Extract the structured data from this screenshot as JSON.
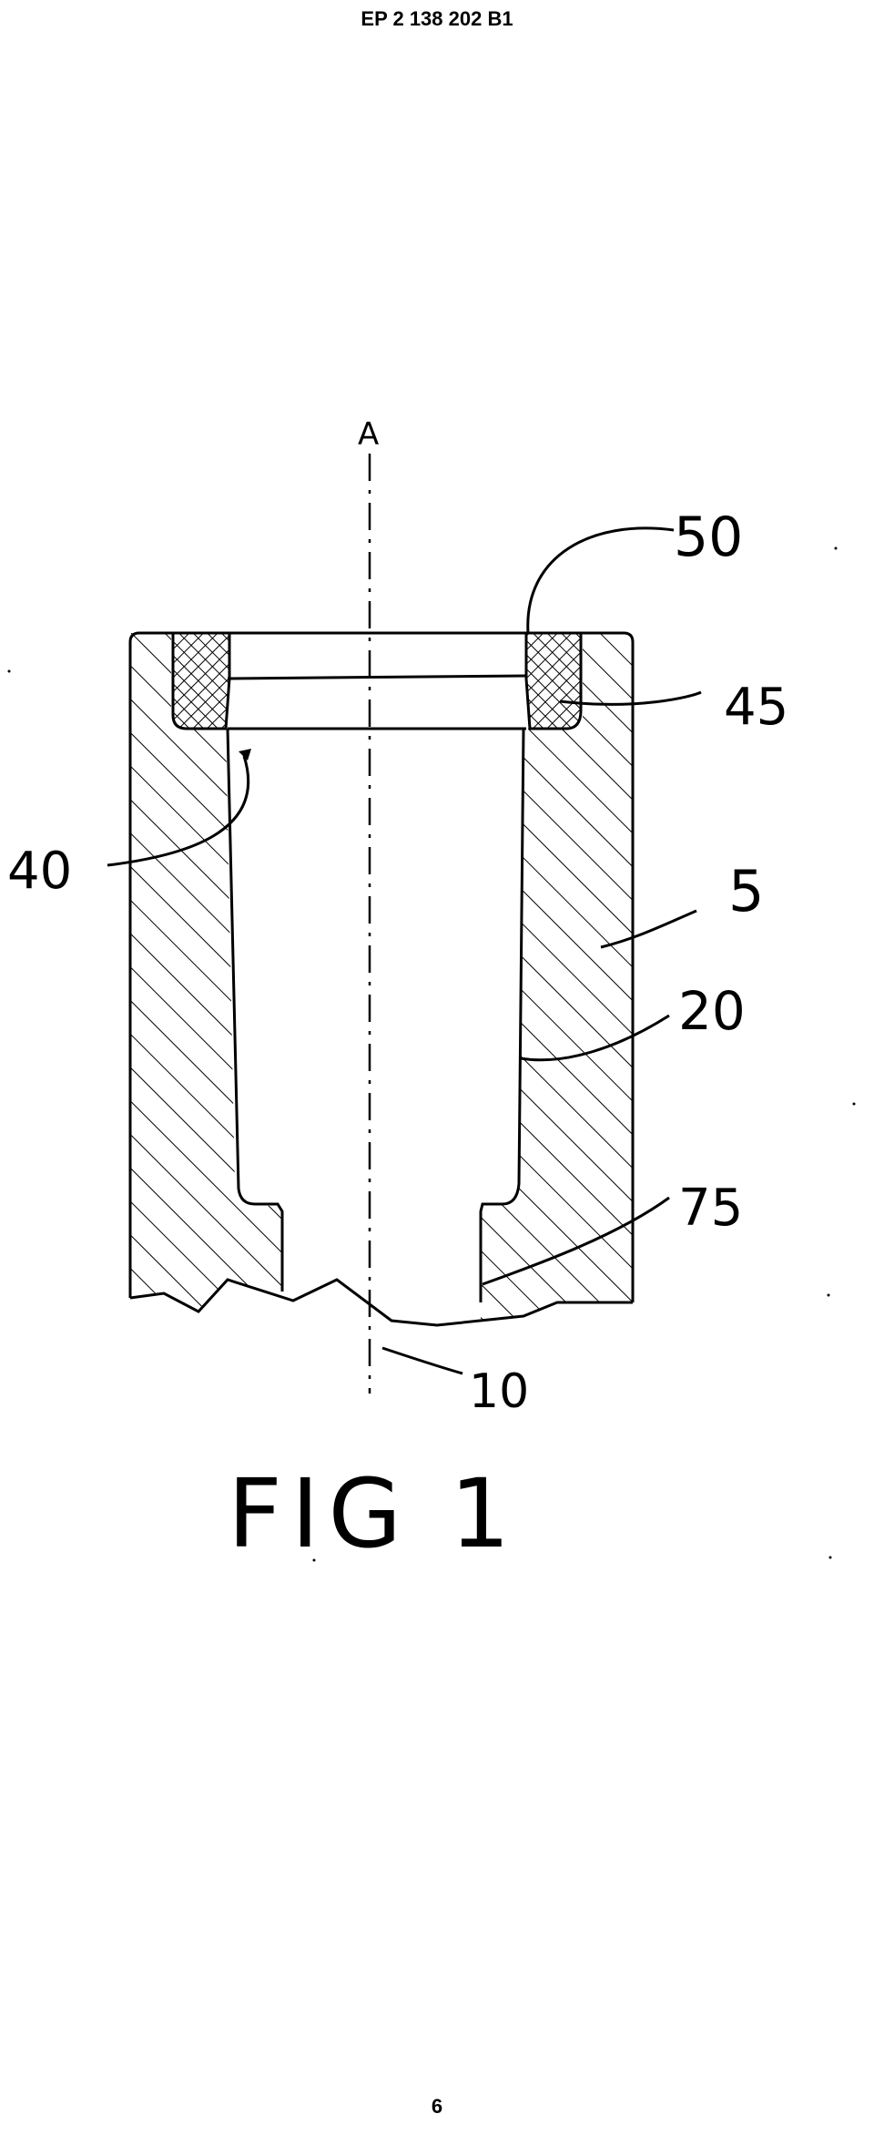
{
  "header": {
    "patent_number": "EP 2 138 202 B1"
  },
  "footer": {
    "page_number": "6"
  },
  "figure": {
    "caption": "FIG 1",
    "axis_label": "A",
    "reference_numerals": [
      "50",
      "45",
      "40",
      "5",
      "20",
      "75",
      "10"
    ]
  }
}
